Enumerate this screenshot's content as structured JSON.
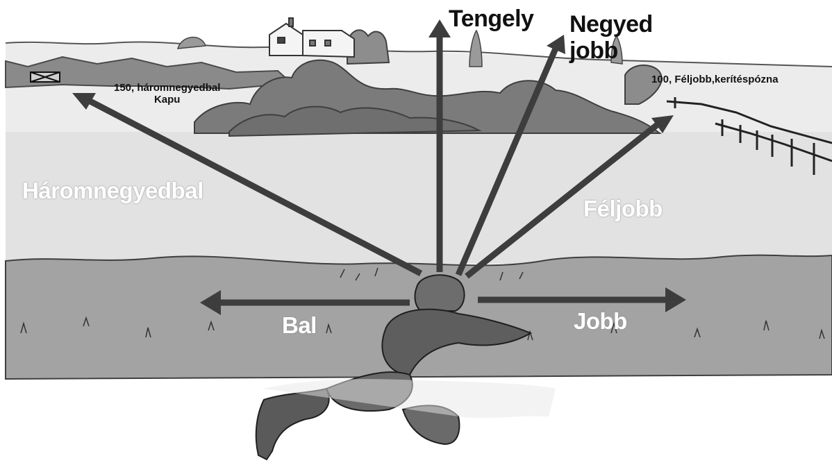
{
  "directions": {
    "tengely": "Tengely",
    "negyed_jobb_line1": "Negyed",
    "negyed_jobb_line2": "jobb",
    "haromnegyedbal": "Háromnegyedbal",
    "feljobb": "Féljobb",
    "bal": "Bal",
    "jobb": "Jobb"
  },
  "targets": {
    "gate_line1": "150, háromnegyedbal",
    "gate_line2": "Kapu",
    "fence_post": "100, Féljobb,kerítéspózna"
  },
  "colors": {
    "arrow": "#3d3d3d",
    "sky": "#ffffff",
    "field": "#d9d9d9",
    "foreground": "#9c9c9c",
    "trees": "#808080"
  }
}
